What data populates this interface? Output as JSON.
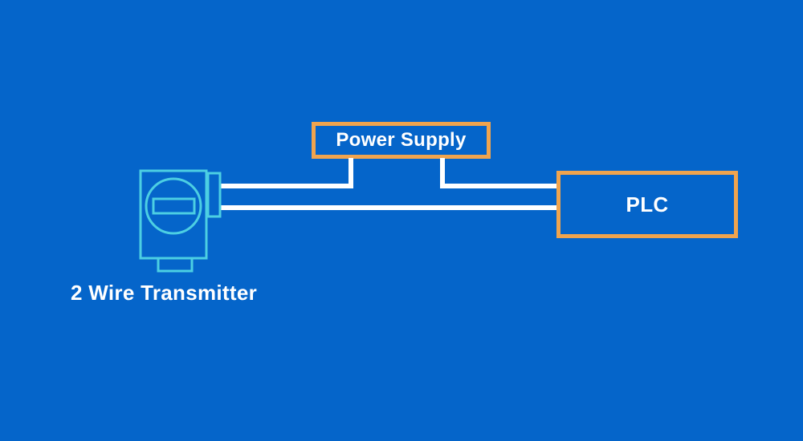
{
  "page": {
    "background_color": "#0565CA"
  },
  "colors": {
    "background_blue": "#0565CA",
    "box_border_orange": "#F0A44E",
    "wire_white": "#FFFFFF",
    "transmitter_outline_cyan": "#4CCFE3",
    "text_white": "#FFFFFF"
  },
  "diagram": {
    "power_supply": {
      "label": "Power Supply"
    },
    "plc": {
      "label": "PLC"
    },
    "transmitter": {
      "label": "2 Wire Transmitter",
      "icon": "two-wire-transmitter-icon"
    },
    "connections": [
      {
        "name": "transmitter-to-power-supply-wire"
      },
      {
        "name": "power-supply-to-plc-wire"
      },
      {
        "name": "transmitter-to-plc-return-wire"
      }
    ]
  }
}
